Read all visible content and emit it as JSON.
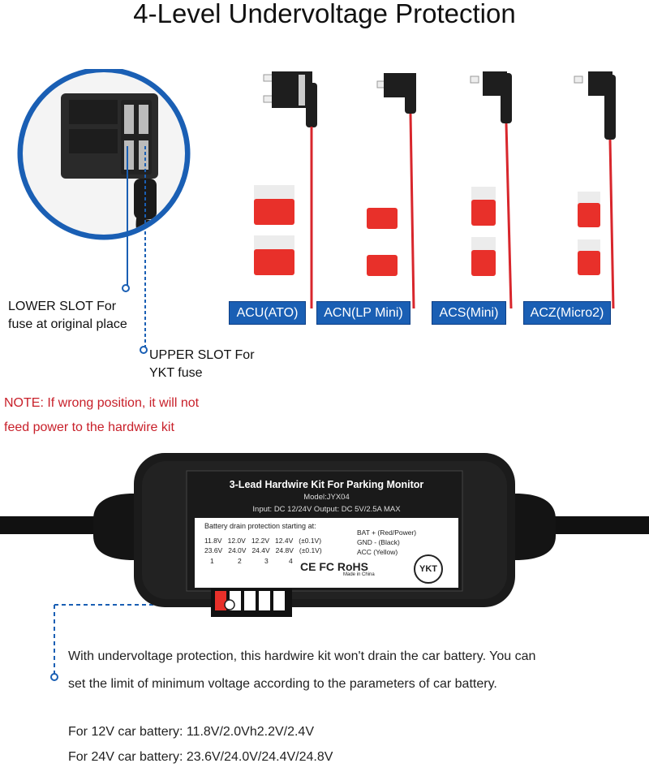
{
  "title": "4-Level Undervoltage Protection",
  "callouts": {
    "lower_slot": "LOWER SLOT For\nfuse at original place",
    "lower_slot_line1": "LOWER SLOT For",
    "lower_slot_line2": "fuse at original place",
    "upper_slot_line1": "UPPER SLOT For",
    "upper_slot_line2": "YKT fuse"
  },
  "note": {
    "line1": "NOTE: If wrong position, it will not",
    "line2": "feed power to the hardwire kit"
  },
  "fuse_types": [
    {
      "label": "ACU(ATO)"
    },
    {
      "label": "ACN(LP Mini)"
    },
    {
      "label": "ACS(Mini)"
    },
    {
      "label": "ACZ(Micro2)"
    }
  ],
  "module_label": {
    "title": "3-Lead Hardwire Kit For Parking Monitor",
    "model": "Model:JYX04",
    "io": "Input: DC 12/24V   Output: DC 5V/2.5A MAX",
    "drain_header": "Battery drain protection starting at:",
    "row12": [
      "11.8V",
      "12.0V",
      "12.2V",
      "12.4V",
      "(±0.1V)"
    ],
    "row24": [
      "23.6V",
      "24.0V",
      "24.4V",
      "24.8V",
      "(±0.1V)"
    ],
    "levels": [
      "1",
      "2",
      "3",
      "4"
    ],
    "wires": [
      "BAT + (Red/Power)",
      "GND - (Black)",
      "ACC   (Yellow)"
    ],
    "certs": "CE FC RoHS",
    "made_in": "Made in China",
    "brand": "YKT"
  },
  "description": {
    "line1": "With undervoltage protection, this hardwire kit won't drain the car battery. You can",
    "line2": "set the limit of minimum voltage according to the parameters of car battery.",
    "v12": "For 12V car battery: 11.8V/2.0Vh2.2V/2.4V",
    "v24": "For 24V car battery: 23.6V/24.0V/24.4V/24.8V"
  },
  "colors": {
    "accent_blue": "#1a5fb4",
    "note_red": "#c8202a",
    "wire_red": "#d8262c",
    "fuse_red": "#e8302a"
  }
}
